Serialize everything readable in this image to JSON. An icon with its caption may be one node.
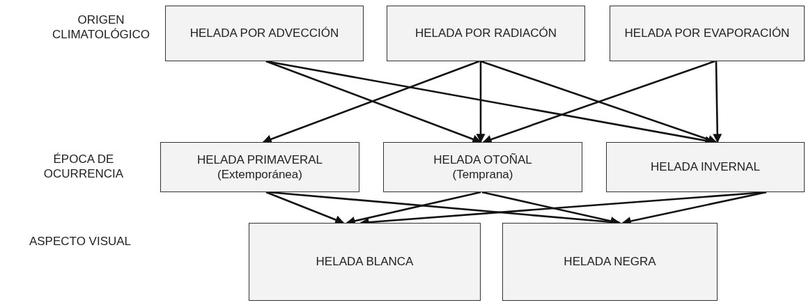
{
  "diagram": {
    "nodes": [
      {
        "text": [
          "HELADA POR ADVECCIÓN"
        ]
      },
      {
        "text": [
          "HELADA POR RADIACÓN"
        ]
      },
      {
        "text": [
          "HELADA POR EVAPORACIÓN"
        ]
      },
      {
        "text": [
          "HELADA PRIMAVERAL",
          "(Extemporánea)"
        ]
      },
      {
        "text": [
          "HELADA OTOÑAL",
          "(Temprana)"
        ]
      },
      {
        "text": [
          "HELADA INVERNAL"
        ]
      },
      {
        "text": [
          "HELADA BLANCA"
        ]
      },
      {
        "text": [
          "HELADA NEGRA"
        ]
      }
    ],
    "edges": [
      {
        "from": 0,
        "to": 4,
        "arrow": "to"
      },
      {
        "from": 0,
        "to": 5,
        "arrow": "to"
      },
      {
        "from": 1,
        "to": 3,
        "arrow": "to"
      },
      {
        "from": 1,
        "to": 4,
        "arrow": "to"
      },
      {
        "from": 1,
        "to": 5,
        "arrow": "to"
      },
      {
        "from": 2,
        "to": 4,
        "arrow": "to"
      },
      {
        "from": 2,
        "to": 5,
        "arrow": "to"
      },
      {
        "from": 3,
        "to": 6,
        "arrow": "to"
      },
      {
        "from": 3,
        "to": 7,
        "arrow": "to"
      },
      {
        "from": 4,
        "to": 6,
        "arrow": "to"
      },
      {
        "from": 4,
        "to": 7,
        "arrow": "to"
      },
      {
        "from": 5,
        "to": 6,
        "arrow": "to"
      },
      {
        "from": 5,
        "to": 7,
        "arrow": "to"
      }
    ],
    "labels": [
      "ORIGEN CLIMATOLÓGICO",
      "ÉPOCA DE OCURRENCIA",
      "ASPECTO VISUAL"
    ]
  }
}
